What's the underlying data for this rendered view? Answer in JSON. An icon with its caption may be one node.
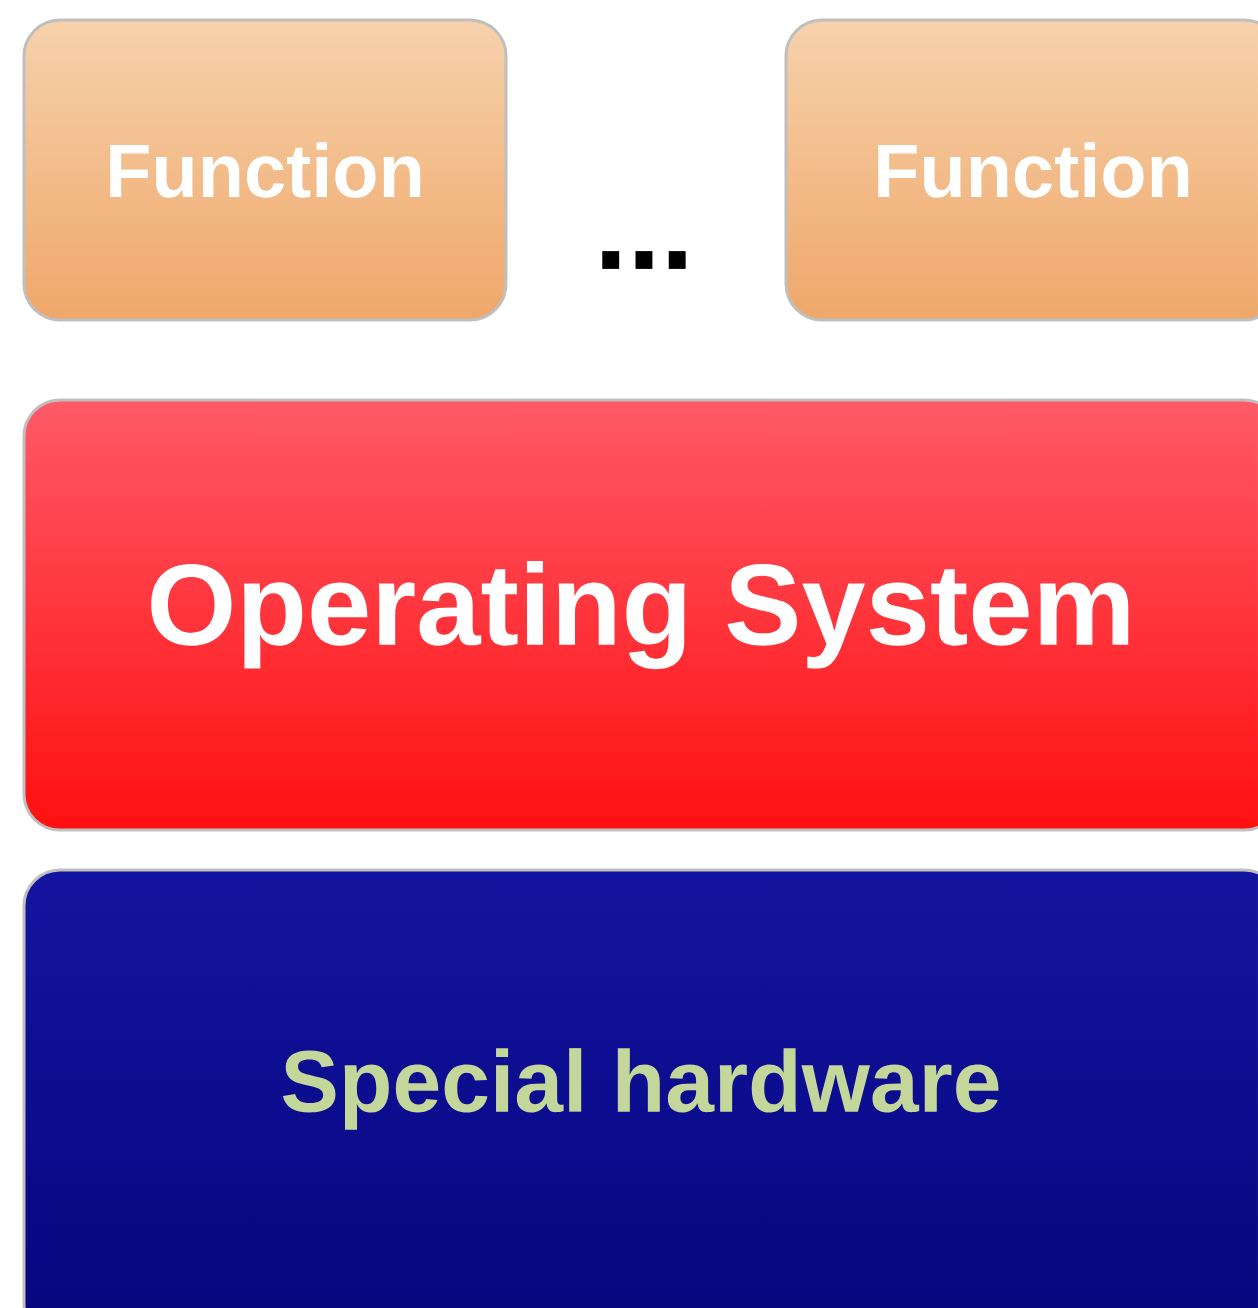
{
  "diagram": {
    "nodes": [
      {
        "text": [
          "Function"
        ]
      },
      {
        "text": [
          "Function"
        ]
      },
      {
        "text": [
          "Operating System"
        ]
      },
      {
        "text": [
          "Special hardware"
        ]
      }
    ],
    "labels": [
      "..."
    ]
  }
}
